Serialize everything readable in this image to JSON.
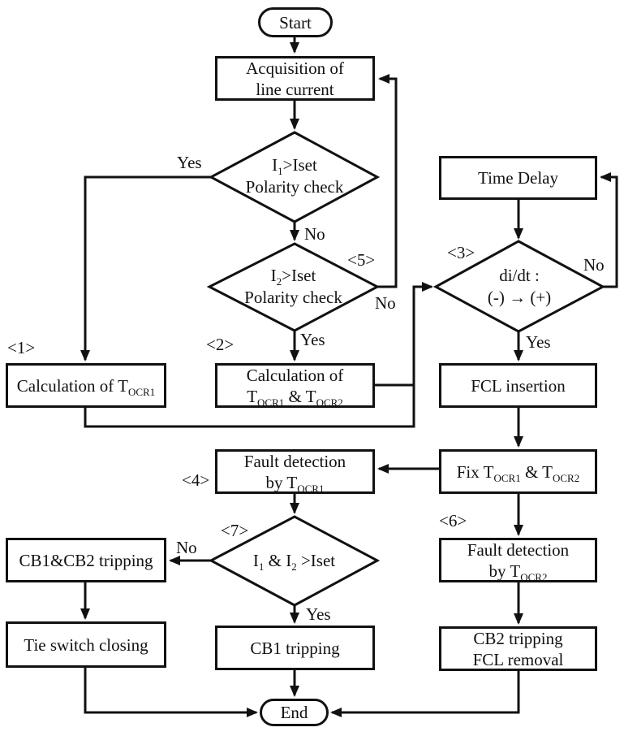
{
  "nodes": {
    "start": {
      "label": "Start"
    },
    "acquisition": {
      "line1": "Acquisition of",
      "line2": "line current"
    },
    "d1": {
      "l1a": "I",
      "l1sub": "1",
      "l1b": ">Iset",
      "line2": "Polarity check"
    },
    "d2": {
      "l1a": "I",
      "l1sub": "2",
      "l1b": ">Iset",
      "line2": "Polarity check"
    },
    "time_delay": {
      "label": "Time Delay"
    },
    "d3": {
      "line1": "di/dt :",
      "line2": "(-) → (+)"
    },
    "calc1": {
      "a": "Calculation of T",
      "asub": "OCR1"
    },
    "calc2": {
      "line1": "Calculation of",
      "a": "T",
      "asub": "OCR1",
      "b": " & T",
      "bsub": "OCR2"
    },
    "fcl": {
      "label": "FCL insertion"
    },
    "fix": {
      "a": "Fix T",
      "asub": "OCR1",
      "b": " & T",
      "bsub": "OCR2"
    },
    "fault1": {
      "line1": "Fault detection",
      "a": "by T",
      "asub": "OCR1"
    },
    "fault2": {
      "line1": "Fault detection",
      "a": "by T",
      "asub": "OCR2"
    },
    "d7": {
      "a": "I",
      "asub": "1",
      "b": " & I",
      "bsub": "2",
      "c": " >Iset"
    },
    "cb12": {
      "label": "CB1&CB2 tripping"
    },
    "tie": {
      "label": "Tie switch closing"
    },
    "cb1": {
      "label": "CB1 tripping"
    },
    "cb2": {
      "line1": "CB2 tripping",
      "line2": "FCL removal"
    },
    "end": {
      "label": "End"
    }
  },
  "tags": {
    "t1": "<1>",
    "t2": "<2>",
    "t3": "<3>",
    "t4": "<4>",
    "t5": "<5>",
    "t6": "<6>",
    "t7": "<7>"
  },
  "branch_labels": {
    "d1_yes": "Yes",
    "d1_no": "No",
    "d2_yes": "Yes",
    "d2_no": "No",
    "d3_yes": "Yes",
    "d3_no": "No",
    "d7_yes": "Yes",
    "d7_no": "No"
  },
  "colors": {
    "line": "#111111",
    "background": "#ffffff"
  }
}
